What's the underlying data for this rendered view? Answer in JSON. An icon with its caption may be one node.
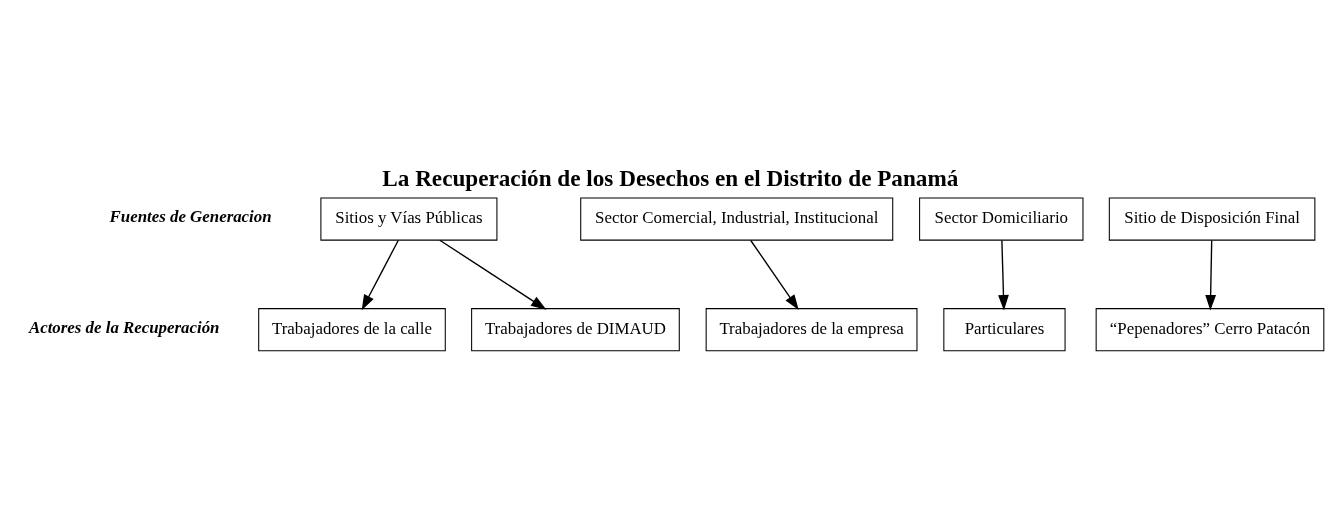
{
  "diagram": {
    "title": "La Recuperación de los Desechos en el Distrito de Panamá",
    "nodes": [
      {
        "text": [
          "Sitios y Vías Públicas"
        ]
      },
      {
        "text": [
          "Sector Comercial, Industrial, Institucional"
        ]
      },
      {
        "text": [
          "Sector Domiciliario"
        ]
      },
      {
        "text": [
          "Sitio de Disposición Final"
        ]
      },
      {
        "text": [
          "Trabajadores de la calle"
        ]
      },
      {
        "text": [
          "Trabajadores de DIMAUD"
        ]
      },
      {
        "text": [
          "Trabajadores de la empresa"
        ]
      },
      {
        "text": [
          "Particulares"
        ]
      },
      {
        "text": [
          "“Pepenadores” Cerro Patacón"
        ]
      }
    ],
    "edges": [
      {
        "from": 0,
        "to": 4,
        "arrow": "to"
      },
      {
        "from": 0,
        "to": 5,
        "arrow": "to"
      },
      {
        "from": 1,
        "to": 6,
        "arrow": "to"
      },
      {
        "from": 2,
        "to": 7,
        "arrow": "to"
      },
      {
        "from": 3,
        "to": 8,
        "arrow": "to"
      }
    ],
    "labels": [
      "Fuentes de Generacion",
      "Actores de la Recuperación"
    ]
  }
}
